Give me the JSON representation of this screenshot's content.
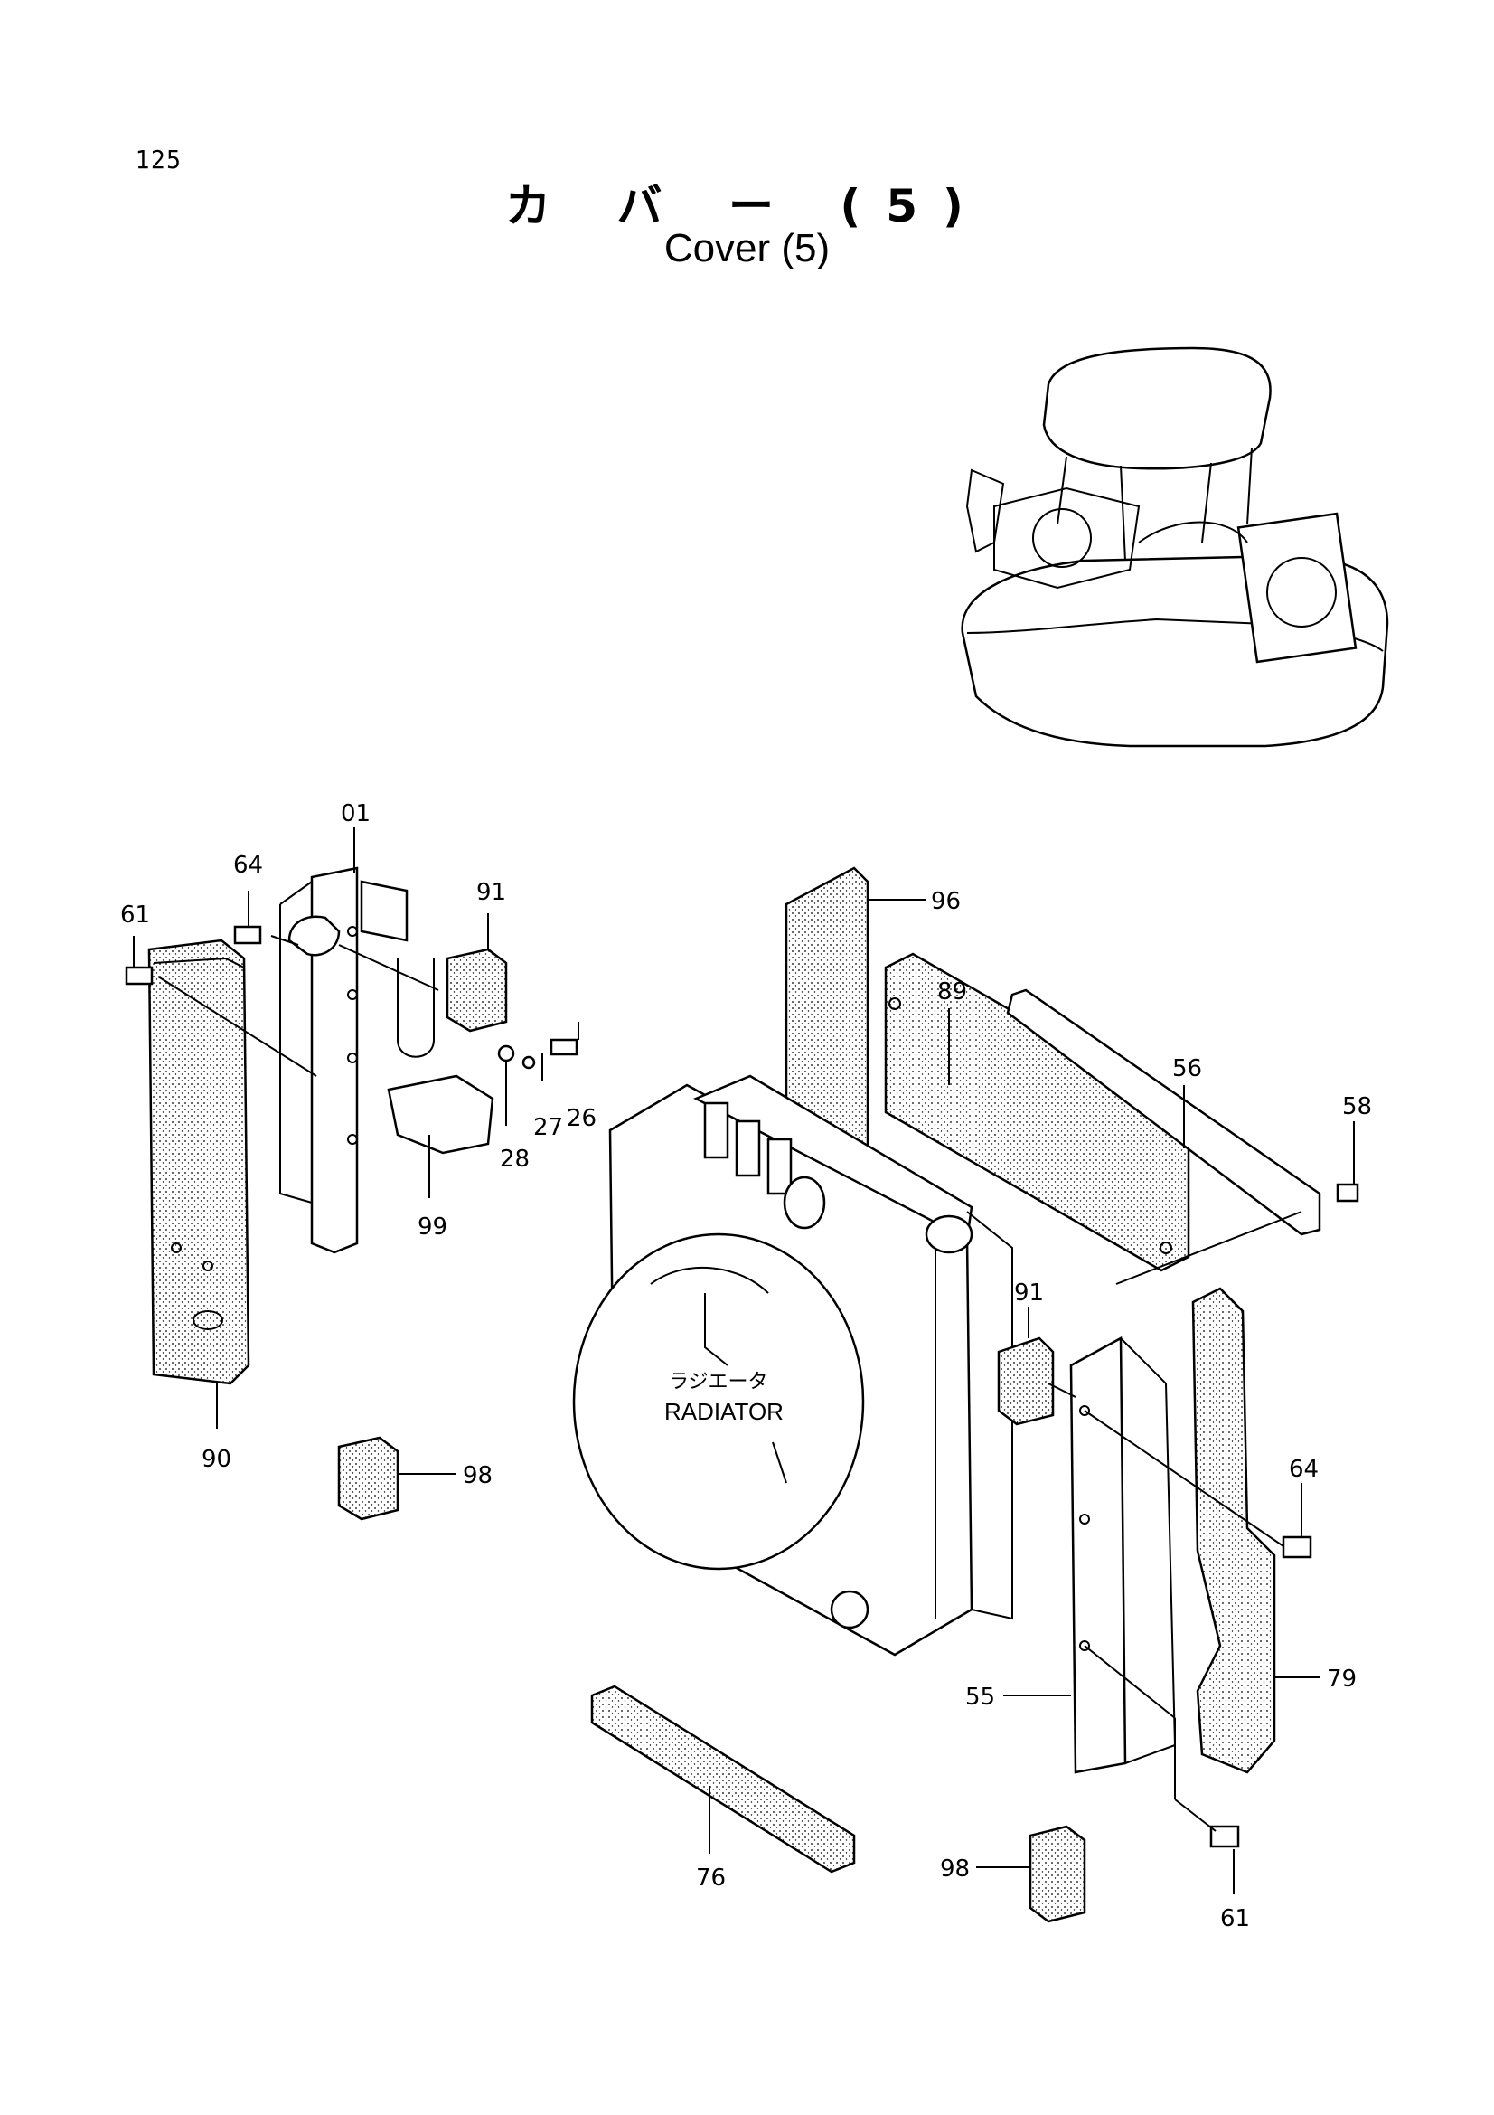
{
  "page": {
    "number": "125"
  },
  "title": {
    "japanese": "カ バ ー (5)",
    "english": "Cover (5)"
  },
  "radiator_label": {
    "japanese": "ラジエータ",
    "english": "RADIATOR"
  },
  "callouts": {
    "c01": "01",
    "c64a": "64",
    "c61a": "61",
    "c91a": "91",
    "c26": "26",
    "c27": "27",
    "c28": "28",
    "c99": "99",
    "c90": "90",
    "c98a": "98",
    "c96": "96",
    "c89": "89",
    "c56": "56",
    "c58": "58",
    "c91b": "91",
    "c64b": "64",
    "c79": "79",
    "c55": "55",
    "c76": "76",
    "c98b": "98",
    "c61b": "61"
  }
}
